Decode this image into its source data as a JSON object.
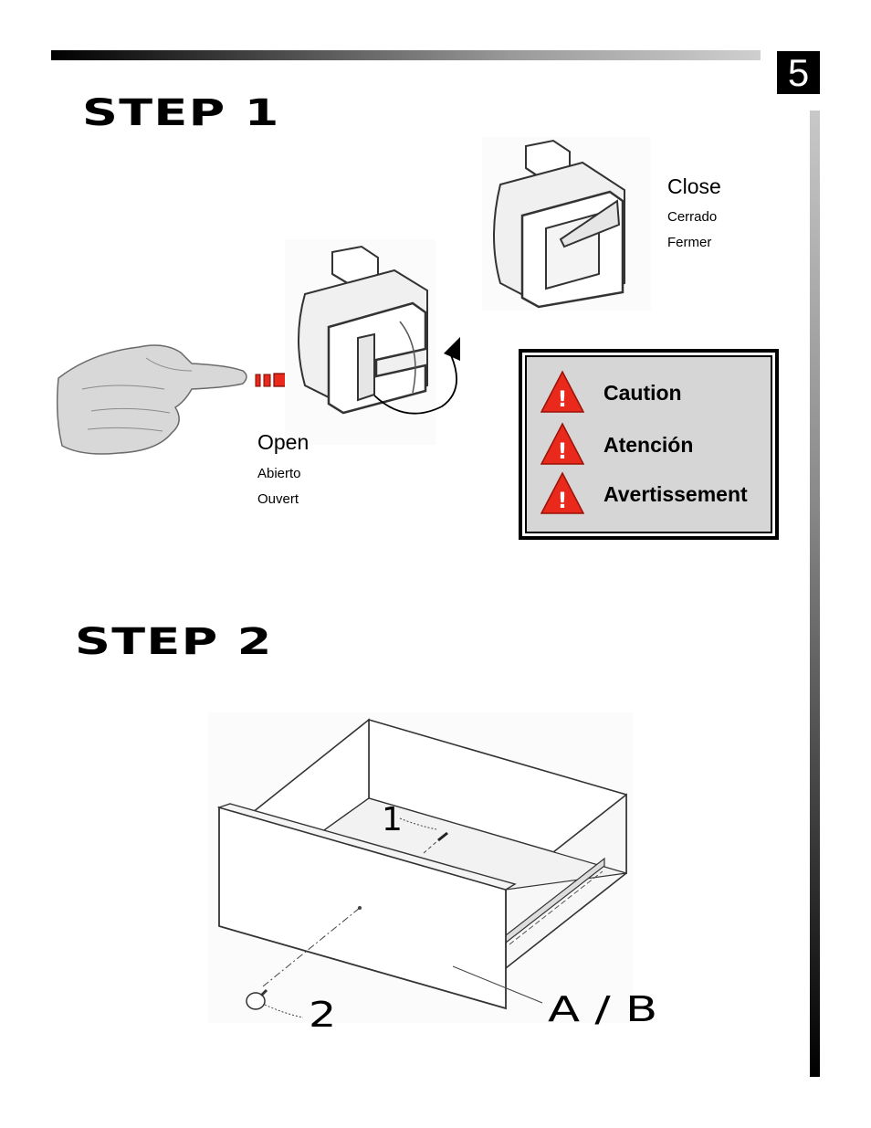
{
  "page_number": "5",
  "step1": {
    "title": "STEP 1",
    "close_label": {
      "en": "Close",
      "es": "Cerrado",
      "fr": "Fermer"
    },
    "open_label": {
      "en": "Open",
      "es": "Abierto",
      "fr": "Ouvert"
    }
  },
  "caution_box": {
    "items": [
      "Caution",
      "Atención",
      "Avertissement"
    ],
    "icon_glyph": "!",
    "icon_color": "#e8291c"
  },
  "step2": {
    "title": "STEP 2",
    "part_1": "1",
    "part_2": "2",
    "drawer_label": "A / B"
  },
  "colors": {
    "arrow_red": "#e8291c",
    "panel_gray": "#d6d6d6"
  }
}
